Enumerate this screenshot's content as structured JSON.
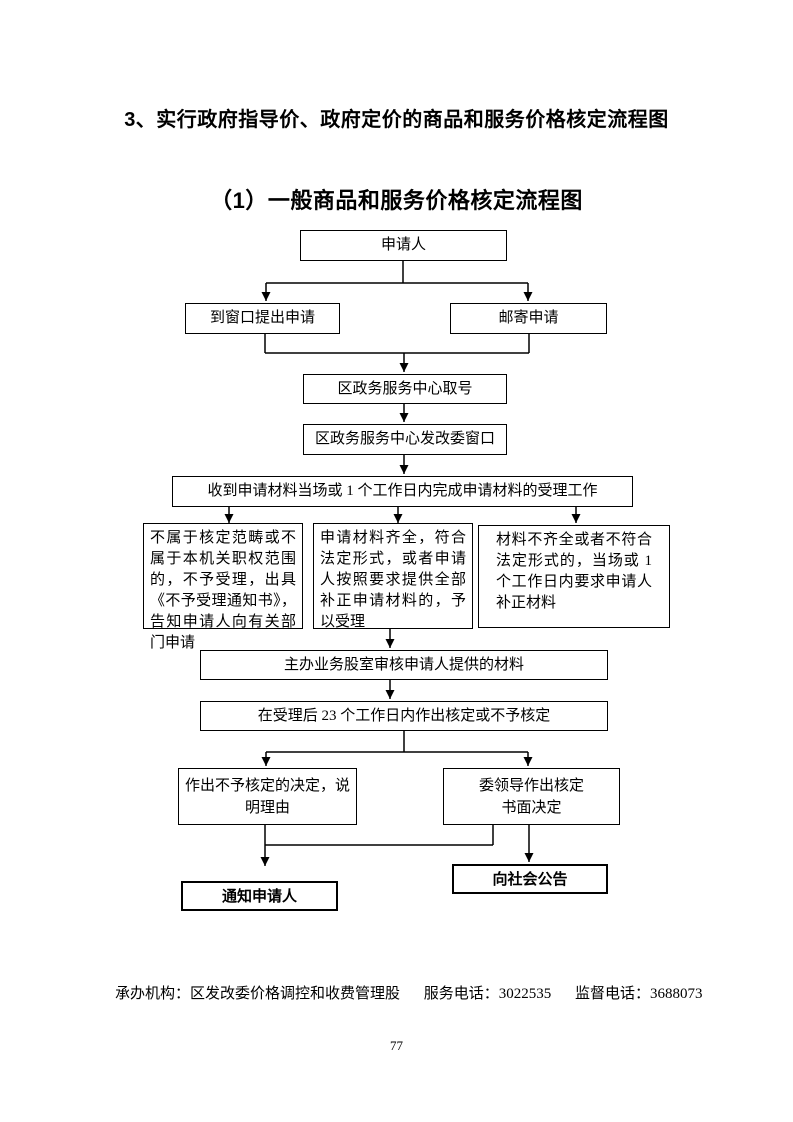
{
  "document": {
    "title": "3、实行政府指导价、政府定价的商品和服务价格核定流程图",
    "subtitle": "（1）一般商品和服务价格核定流程图",
    "footer": {
      "agency": "承办机构：区发改委价格调控和收费管理股",
      "service_phone": "服务电话：3022535",
      "supervision_phone": "监督电话：3688073"
    },
    "page_number": "77"
  },
  "flowchart": {
    "nodes": {
      "applicant": "申请人",
      "window_application": "到窗口提出申请",
      "mail_application": "邮寄申请",
      "take_number": "区政务服务中心取号",
      "ndrc_window": "区政务服务中心发改委窗口",
      "acceptance": "收到申请材料当场或 1 个工作日内完成申请材料的受理工作",
      "not_in_scope": "不属于核定范畴或不属于本机关职权范围的，不予受理，出具《不予受理通知书》，告知申请人向有关部门申请",
      "materials_complete": "申请材料齐全，符合法定形式，或者申请人按照要求提供全部补正申请材料的，予以受理",
      "materials_incomplete": "材料不齐全或者不符合法定形式的，当场或 1 个工作日内要求申请人补正材料",
      "review": "主办业务股室审核申请人提供的材料",
      "decision_deadline": "在受理后 23 个工作日内作出核定或不予核定",
      "rejection_decision": "作出不予核定的决定，说\n明理由",
      "leader_decision": "委领导作出核定\n书面决定",
      "notify_applicant": "通知申请人",
      "public_announcement": "向社会公告"
    }
  }
}
